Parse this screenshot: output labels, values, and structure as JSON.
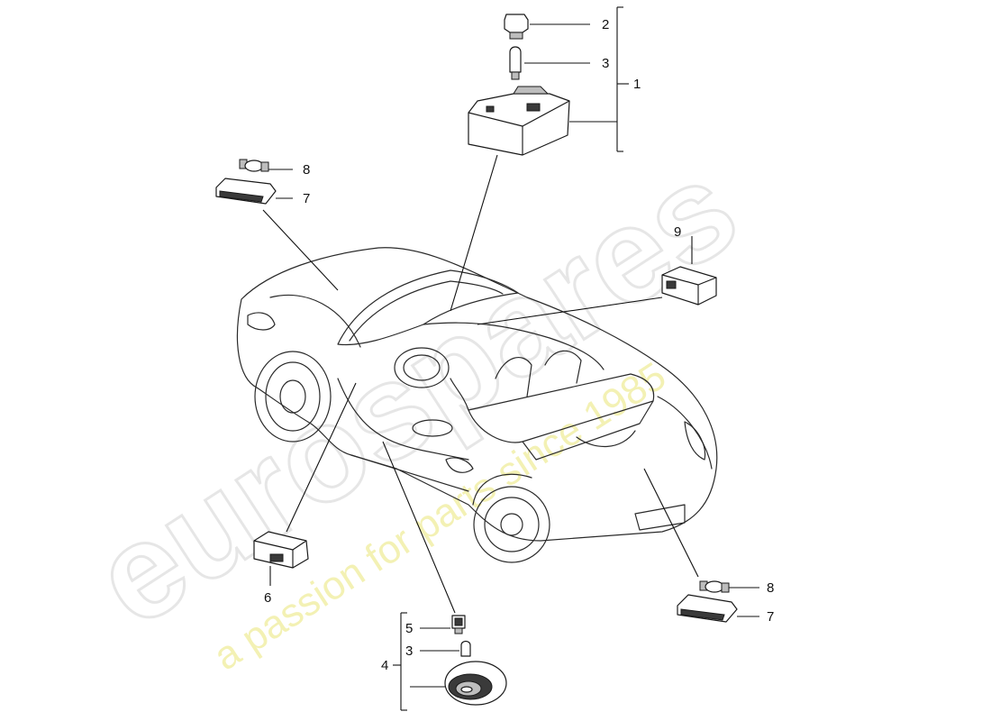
{
  "watermark": {
    "brand": "eurospares",
    "tagline": "a passion for parts since 1985"
  },
  "callouts": {
    "c1": "1",
    "c2": "2",
    "c3_top": "3",
    "c4": "4",
    "c3_bottom": "3",
    "c5": "5",
    "c6": "6",
    "c7_left": "7",
    "c7_right": "7",
    "c8_left": "8",
    "c8_right": "8",
    "c9": "9"
  }
}
